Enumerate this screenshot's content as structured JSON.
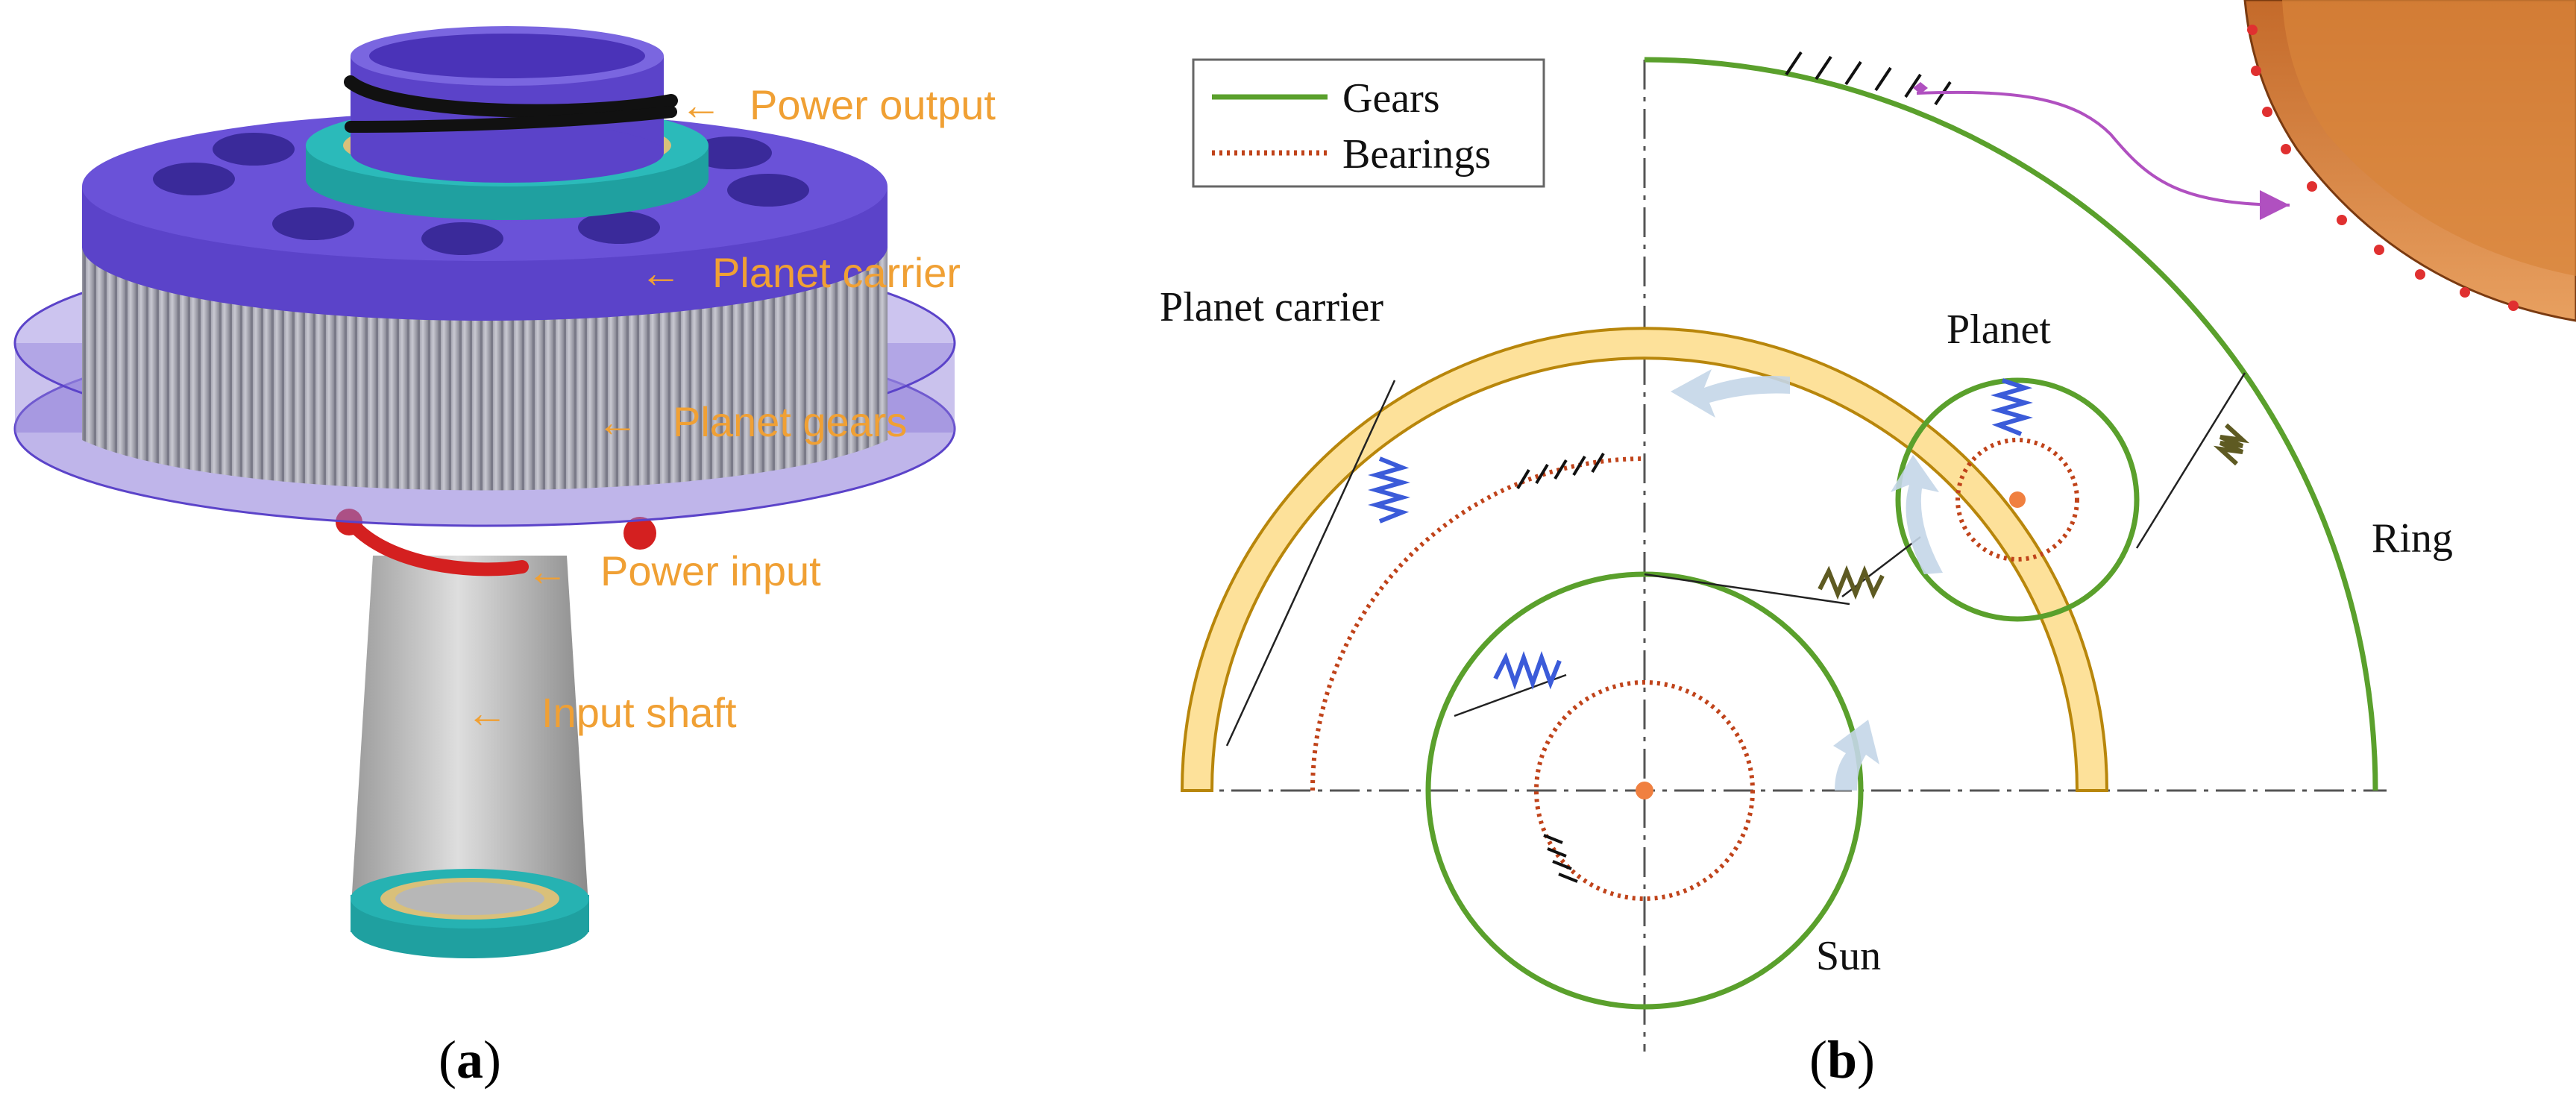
{
  "panel_a": {
    "caption_open": "(",
    "caption_letter": "a",
    "caption_close": ")",
    "labels": {
      "power_output": "Power output",
      "planet_carrier": "Planet carrier",
      "planet_gears": "Planet gears",
      "power_input": "Power input",
      "input_shaft": "Input shaft"
    },
    "arrow_glyph": "←"
  },
  "panel_b": {
    "caption_open": "(",
    "caption_letter": "b",
    "caption_close": ")",
    "legend": {
      "gears": "Gears",
      "bearings": "Bearings"
    },
    "labels": {
      "planet_carrier": "Planet carrier",
      "planet": "Planet",
      "ring": "Ring",
      "sun": "Sun"
    }
  },
  "colors": {
    "gear_green": "#5aa02c",
    "bearing_red": "#c0431a",
    "carrier_yellow": "#fde19a",
    "carrier_edge": "#b8860b",
    "purple": "#5b43c9",
    "teal": "#1fa0a0",
    "orange_text": "#f0a034",
    "magenta_link": "#b050c0"
  }
}
